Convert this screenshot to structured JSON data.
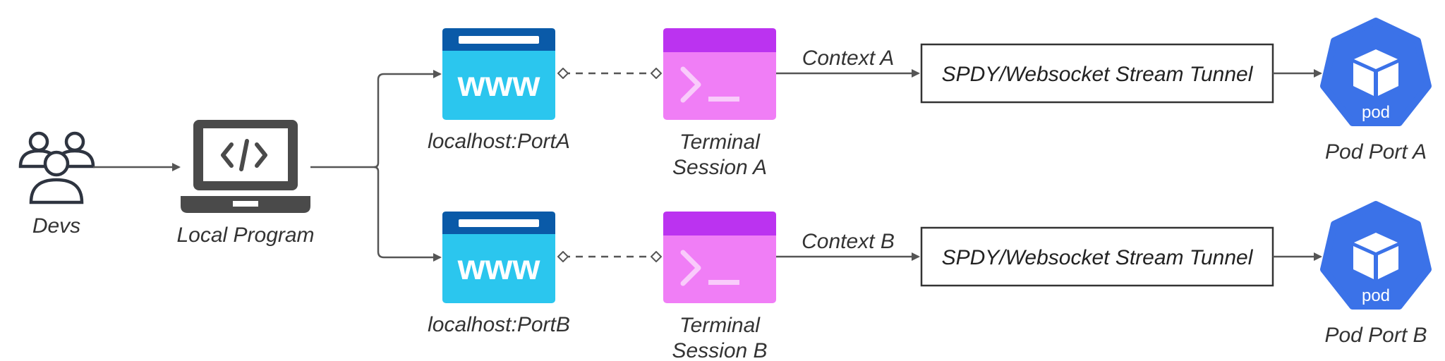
{
  "nodes": {
    "devs": {
      "label": "Devs"
    },
    "local_program": {
      "label": "Local Program",
      "icon": "laptop-code-icon"
    },
    "browser_a": {
      "label": "localhost:PortA",
      "text": "www"
    },
    "browser_b": {
      "label": "localhost:PortB",
      "text": "www"
    },
    "terminal_a": {
      "label_line1": "Terminal",
      "label_line2": "Session A",
      "text": ">_"
    },
    "terminal_b": {
      "label_line1": "Terminal",
      "label_line2": "Session B",
      "text": ">_"
    },
    "tunnel_a": {
      "label": "SPDY/Websocket Stream Tunnel"
    },
    "tunnel_b": {
      "label": "SPDY/Websocket Stream Tunnel"
    },
    "pod_a": {
      "label": "Pod Port A",
      "text": "pod"
    },
    "pod_b": {
      "label": "Pod Port B",
      "text": "pod"
    }
  },
  "edges": {
    "context_a": "Context A",
    "context_b": "Context B"
  },
  "colors": {
    "www_top": "#0a5aa8",
    "www_body": "#2bc6ee",
    "terminal_top": "#bb33f0",
    "terminal_body": "#f07ef6",
    "pod_blue": "#3b72e8",
    "dark_icon": "#2e3440",
    "laptop": "#4a4a4a",
    "line": "#555555"
  }
}
